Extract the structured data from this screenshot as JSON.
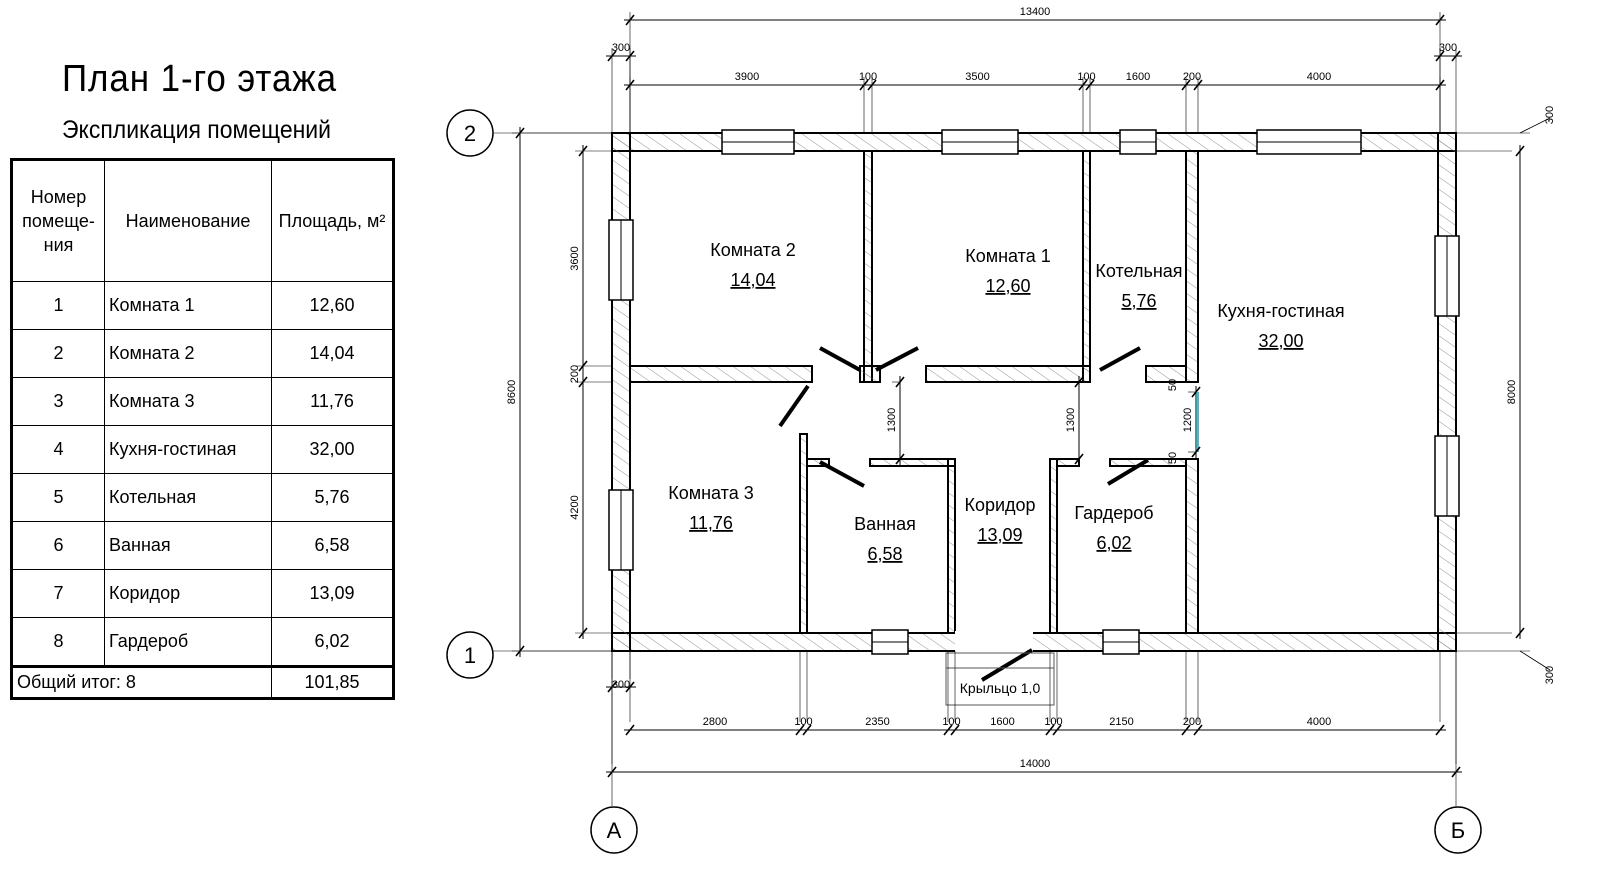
{
  "title": "План 1-го этажа",
  "subtitle": "Экспликация помещений",
  "table": {
    "headers": [
      "Номер помеще-ния",
      "Наименование",
      "Площадь, м²"
    ],
    "header_lines": [
      [
        "Номер",
        "помеще-",
        "ния"
      ]
    ],
    "rows": [
      {
        "num": "1",
        "name": "Комната 1",
        "area": "12,60"
      },
      {
        "num": "2",
        "name": "Комната 2",
        "area": "14,04"
      },
      {
        "num": "3",
        "name": "Комната 3",
        "area": "11,76"
      },
      {
        "num": "4",
        "name": "Кухня-гостиная",
        "area": "32,00"
      },
      {
        "num": "5",
        "name": "Котельная",
        "area": "5,76"
      },
      {
        "num": "6",
        "name": "Ванная",
        "area": "6,58"
      },
      {
        "num": "7",
        "name": "Коридор",
        "area": "13,09"
      },
      {
        "num": "8",
        "name": "Гардероб",
        "area": "6,02"
      }
    ],
    "total_label": "Общий итог: 8",
    "total_area": "101,85"
  },
  "plan": {
    "rooms": [
      {
        "name": "Комната 2",
        "area": "14,04"
      },
      {
        "name": "Комната 1",
        "area": "12,60"
      },
      {
        "name": "Котельная",
        "area": "5,76"
      },
      {
        "name": "Кухня-гостиная",
        "area": "32,00"
      },
      {
        "name": "Комната 3",
        "area": "11,76"
      },
      {
        "name": "Ванная",
        "area": "6,58"
      },
      {
        "name": "Коридор",
        "area": "13,09"
      },
      {
        "name": "Гардероб",
        "area": "6,02"
      }
    ],
    "porch": "Крыльцо 1,0",
    "axes": {
      "top": "2",
      "bottom": "1",
      "left": "А",
      "right": "Б"
    },
    "dims_top": {
      "overall": "13400",
      "edge_left": "300",
      "edge_right": "300",
      "segments": [
        "3900",
        "100",
        "3500",
        "100",
        "1600",
        "200",
        "4000"
      ]
    },
    "dims_bottom": {
      "overall": "14000",
      "edge_left": "300",
      "segments": [
        "2800",
        "100",
        "2350",
        "100",
        "1600",
        "100",
        "2150",
        "200",
        "4000"
      ]
    },
    "dims_left": {
      "overall": "8600",
      "segments": [
        "3600",
        "200",
        "4200"
      ]
    },
    "dims_right": {
      "overall": "8000",
      "top": "300",
      "bottom": "300"
    },
    "dims_inner": [
      "1300",
      "1300",
      "1200",
      "50",
      "50"
    ]
  }
}
